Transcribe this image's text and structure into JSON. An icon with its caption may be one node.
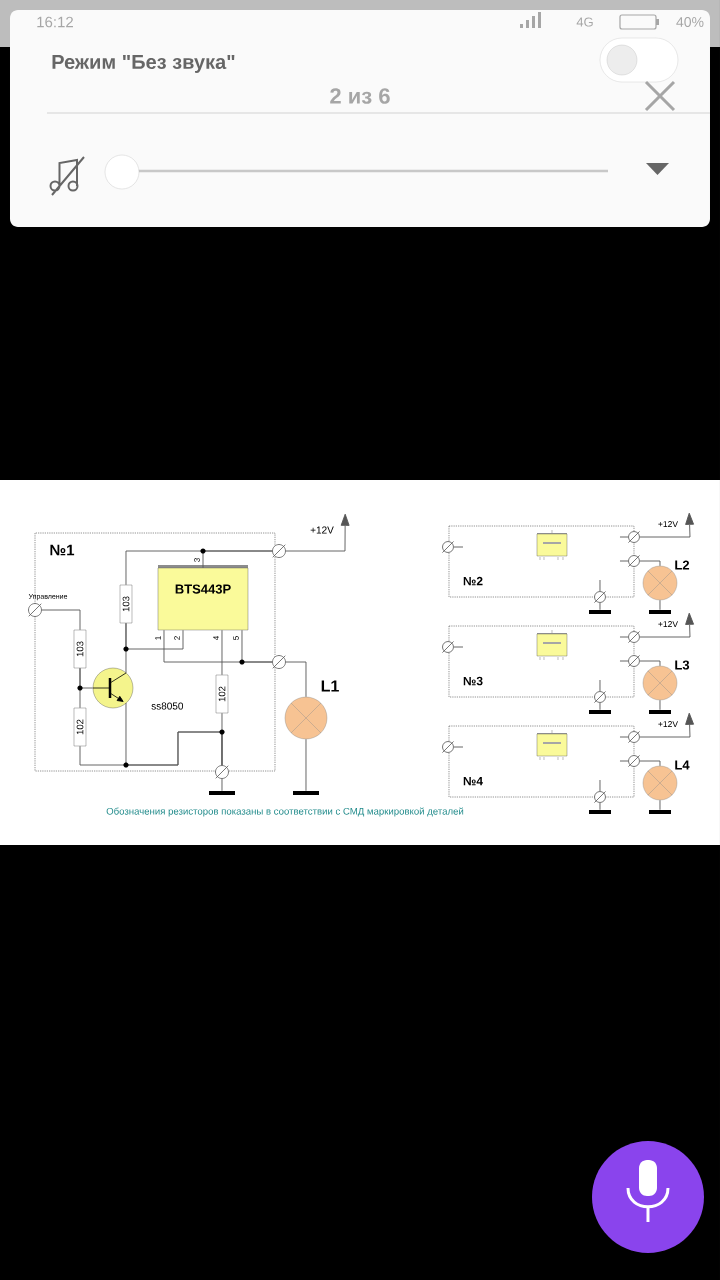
{
  "diagram": {
    "nodes": [
      {
        "text": [
          "№1"
        ]
      },
      {
        "text": [
          "BTS443P"
        ],
        "in": 0
      },
      {
        "text": [
          "103"
        ],
        "in": 0
      },
      {
        "text": [
          "103"
        ],
        "in": 0
      },
      {
        "text": [
          "102"
        ],
        "in": 0
      },
      {
        "text": [
          "102"
        ],
        "in": 0
      },
      {
        "text": [],
        "shape": "circle",
        "beside": [
          "ss8050"
        ],
        "in": 0
      },
      {
        "text": [],
        "shape": "circle",
        "beside": [
          "Управление"
        ]
      },
      {
        "text": [],
        "shape": "circle"
      },
      {
        "text": [],
        "shape": "circle"
      },
      {
        "text": [],
        "shape": "circle"
      },
      {
        "text": [],
        "shape": "circle",
        "beside": [
          "L1"
        ]
      },
      {
        "text": [],
        "shape": "bar"
      },
      {
        "text": [],
        "shape": "bar"
      },
      {
        "text": [
          "№2"
        ]
      },
      {
        "text": [],
        "shape": "box",
        "in": 14
      },
      {
        "text": [],
        "shape": "circle"
      },
      {
        "text": [],
        "shape": "circle"
      },
      {
        "text": [],
        "shape": "circle"
      },
      {
        "text": [],
        "shape": "circle"
      },
      {
        "text": [],
        "shape": "circle",
        "beside": [
          "L2"
        ]
      },
      {
        "text": [],
        "shape": "bar"
      },
      {
        "text": [],
        "shape": "bar"
      },
      {
        "text": [
          "№3"
        ]
      },
      {
        "text": [],
        "shape": "box",
        "in": 23
      },
      {
        "text": [],
        "shape": "circle"
      },
      {
        "text": [],
        "shape": "circle"
      },
      {
        "text": [],
        "shape": "circle"
      },
      {
        "text": [],
        "shape": "circle"
      },
      {
        "text": [],
        "shape": "circle",
        "beside": [
          "L3"
        ]
      },
      {
        "text": [],
        "shape": "bar"
      },
      {
        "text": [],
        "shape": "bar"
      },
      {
        "text": [
          "№4"
        ]
      },
      {
        "text": [],
        "shape": "box",
        "in": 32
      },
      {
        "text": [],
        "shape": "circle"
      },
      {
        "text": [],
        "shape": "circle"
      },
      {
        "text": [],
        "shape": "circle"
      },
      {
        "text": [],
        "shape": "circle"
      },
      {
        "text": [],
        "shape": "circle",
        "beside": [
          "L4"
        ]
      },
      {
        "text": [],
        "shape": "bar"
      },
      {
        "text": [],
        "shape": "bar"
      },
      {
        "text": [
          "+12V"
        ]
      },
      {
        "text": [
          "+12V"
        ]
      },
      {
        "text": [
          "+12V"
        ]
      },
      {
        "text": [
          "+12V"
        ]
      }
    ],
    "edges": [
      {
        "from": 8,
        "to": 41,
        "arrow": "to"
      },
      {
        "from": 8,
        "to": 1,
        "arrow": "none"
      },
      {
        "from": 8,
        "to": 2,
        "arrow": "none"
      },
      {
        "from": 2,
        "to": 6,
        "arrow": "none"
      },
      {
        "from": 2,
        "to": 1,
        "arrow": "none"
      },
      {
        "from": 1,
        "to": 9,
        "arrow": "none"
      },
      {
        "from": 1,
        "to": 9,
        "arrow": "none"
      },
      {
        "from": 9,
        "to": 11,
        "arrow": "none"
      },
      {
        "from": 11,
        "to": 13,
        "arrow": "none"
      },
      {
        "from": 1,
        "to": 5,
        "arrow": "none"
      },
      {
        "from": 5,
        "to": 10,
        "arrow": "none"
      },
      {
        "from": 6,
        "to": 10,
        "arrow": "none"
      },
      {
        "from": 4,
        "to": 10,
        "arrow": "none"
      },
      {
        "from": 7,
        "to": 3,
        "arrow": "none"
      },
      {
        "from": 3,
        "to": 4,
        "arrow": "none"
      },
      {
        "from": 3,
        "to": 6,
        "arrow": "none"
      },
      {
        "from": 10,
        "to": 12,
        "arrow": "none"
      },
      {
        "from": 16,
        "to": null,
        "arrow": "none"
      },
      {
        "from": null,
        "to": 17,
        "arrow": "none"
      },
      {
        "from": 17,
        "to": 42,
        "arrow": "to"
      },
      {
        "from": null,
        "to": 18,
        "arrow": "none"
      },
      {
        "from": 18,
        "to": 20,
        "arrow": "none"
      },
      {
        "from": 20,
        "to": 22,
        "arrow": "none"
      },
      {
        "from": null,
        "to": 19,
        "arrow": "none"
      },
      {
        "from": 19,
        "to": 21,
        "arrow": "none"
      },
      {
        "from": 25,
        "to": null,
        "arrow": "none"
      },
      {
        "from": null,
        "to": 26,
        "arrow": "none"
      },
      {
        "from": 26,
        "to": 43,
        "arrow": "to"
      },
      {
        "from": null,
        "to": 27,
        "arrow": "none"
      },
      {
        "from": 27,
        "to": 29,
        "arrow": "none"
      },
      {
        "from": 29,
        "to": 31,
        "arrow": "none"
      },
      {
        "from": null,
        "to": 28,
        "arrow": "none"
      },
      {
        "from": 28,
        "to": 30,
        "arrow": "none"
      },
      {
        "from": 34,
        "to": null,
        "arrow": "none"
      },
      {
        "from": null,
        "to": 35,
        "arrow": "none"
      },
      {
        "from": 35,
        "to": 44,
        "arrow": "to"
      },
      {
        "from": null,
        "to": 36,
        "arrow": "none"
      },
      {
        "from": 36,
        "to": 38,
        "arrow": "none"
      },
      {
        "from": 38,
        "to": 40,
        "arrow": "none"
      },
      {
        "from": null,
        "to": 37,
        "arrow": "none"
      },
      {
        "from": 37,
        "to": 39,
        "arrow": "none"
      }
    ],
    "labels": [
      "16:12",
      "4G",
      "40%",
      "Режим \"Без звука\"",
      "2 из 6",
      "3",
      "1",
      "2",
      "4",
      "5",
      "Обозначения резисторов показаны в соответствии с СМД маркировкой деталей"
    ]
  }
}
